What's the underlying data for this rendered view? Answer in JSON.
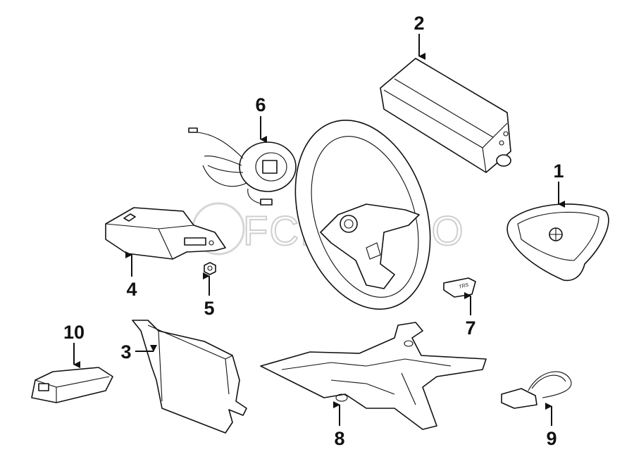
{
  "diagram": {
    "title": "Steering wheel airbag components",
    "watermark": "FCP EURO",
    "callouts": [
      {
        "id": "1",
        "label": "1",
        "part": "driver-airbag-module"
      },
      {
        "id": "2",
        "label": "2",
        "part": "passenger-airbag-module"
      },
      {
        "id": "3",
        "label": "3",
        "part": "side-airbag-module"
      },
      {
        "id": "4",
        "label": "4",
        "part": "airbag-control-module"
      },
      {
        "id": "5",
        "label": "5",
        "part": "nut"
      },
      {
        "id": "6",
        "label": "6",
        "part": "clockspring"
      },
      {
        "id": "7",
        "label": "7",
        "part": "trim-cover"
      },
      {
        "id": "8",
        "label": "8",
        "part": "knee-bolster-reinforcement"
      },
      {
        "id": "9",
        "label": "9",
        "part": "seat-occupancy-sensor"
      },
      {
        "id": "10",
        "label": "10",
        "part": "impact-sensor"
      }
    ]
  }
}
